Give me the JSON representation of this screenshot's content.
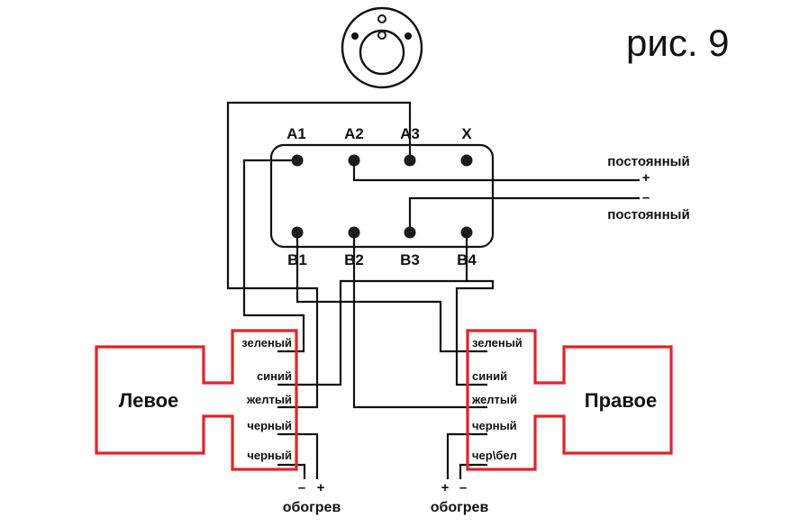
{
  "figure": {
    "title": "рис. 9"
  },
  "connector": {
    "top_pins": [
      "A1",
      "A2",
      "A3",
      "X"
    ],
    "bottom_pins": [
      "B1",
      "B2",
      "B3",
      "B4"
    ]
  },
  "power": {
    "plus_label": "постоянный",
    "plus_sign": "+",
    "minus_sign": "–",
    "minus_label": "постоянный"
  },
  "left_mirror": {
    "name": "Левое",
    "wires": [
      {
        "label": "зеленый",
        "color": "#1a9a4a"
      },
      {
        "label": "синий",
        "color": "#2b2f8f"
      },
      {
        "label": "желтый",
        "color": "#f2b21b"
      },
      {
        "label": "черный",
        "color": "#111111"
      },
      {
        "label": "черный",
        "color": "#111111"
      }
    ],
    "heater_minus": "–",
    "heater_plus": "+",
    "heater_label": "обогрев"
  },
  "right_mirror": {
    "name": "Правое",
    "wires": [
      {
        "label": "зеленый",
        "color": "#1a9a4a"
      },
      {
        "label": "синий",
        "color": "#2b2f8f"
      },
      {
        "label": "желтый",
        "color": "#f2b21b"
      },
      {
        "label": "черный",
        "color": "#111111"
      },
      {
        "label": "чер\\бел",
        "color": "#111111"
      }
    ],
    "heater_plus": "+",
    "heater_minus": "–",
    "heater_label": "обогрев"
  },
  "colors": {
    "outline_red": "#e0242b",
    "wire": "#111111"
  }
}
